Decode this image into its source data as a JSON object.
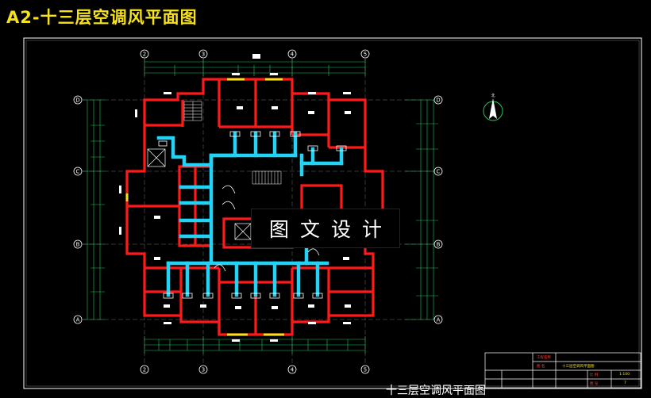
{
  "banner": {
    "title": "A2-十三层空调风平面图"
  },
  "watermark": {
    "text": "图文设计"
  },
  "drawing": {
    "caption": "十三层空调风平面图",
    "colors": {
      "wall": "#ff1a1a",
      "duct": "#22d3f5",
      "frame": "#ffffff",
      "dimension": "#22c55e",
      "window": "#f5e21b",
      "axis": "#cccccc"
    },
    "axes_top": [
      "2",
      "3",
      "4",
      "5"
    ],
    "axes_left": [
      "D",
      "C",
      "B",
      "A"
    ],
    "north_label": "北"
  },
  "title_block": {
    "project_label": "工程名称",
    "drawing_label": "图 名",
    "drawing_value": "十三层空调风平面图",
    "scale_label": "比 例",
    "scale_value": "1:100",
    "number_label": "图 号",
    "number_value": "7"
  }
}
